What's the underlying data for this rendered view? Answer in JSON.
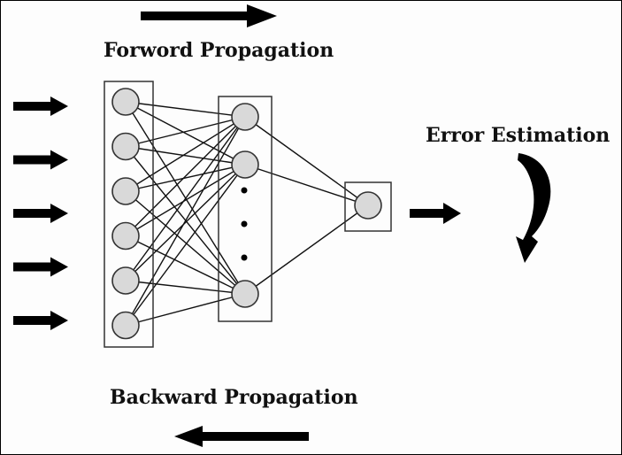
{
  "labels": {
    "forward": "Forword Propagation",
    "backward": "Backward Propagation",
    "error": "Error Estimation"
  },
  "network": {
    "input_arrows": 5,
    "input_nodes": 6,
    "hidden_nodes_shown": 3,
    "hidden_ellipsis_dots": 3,
    "output_nodes": 1
  },
  "colors": {
    "node_fill": "#d9d9d9",
    "line": "#111111",
    "background": "#fdfdfd"
  }
}
